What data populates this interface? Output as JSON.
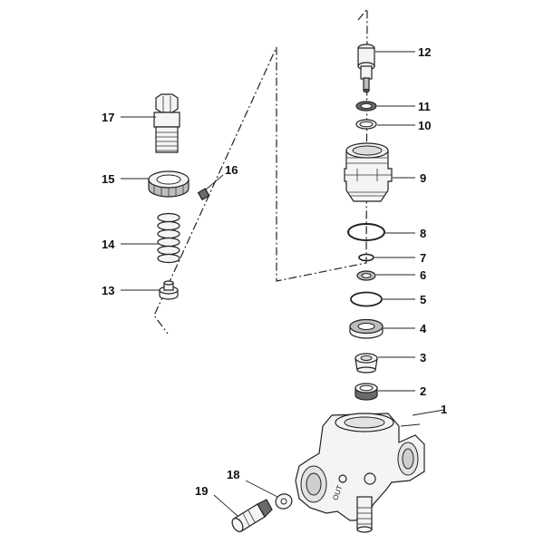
{
  "callouts": {
    "c1": "1",
    "c2": "2",
    "c3": "3",
    "c4": "4",
    "c5": "5",
    "c6": "6",
    "c7": "7",
    "c8": "8",
    "c9": "9",
    "c10": "10",
    "c11": "11",
    "c12": "12",
    "c13": "13",
    "c14": "14",
    "c15": "15",
    "c16": "16",
    "c17": "17",
    "c18": "18",
    "c19": "19"
  },
  "body_marking": "OUT"
}
